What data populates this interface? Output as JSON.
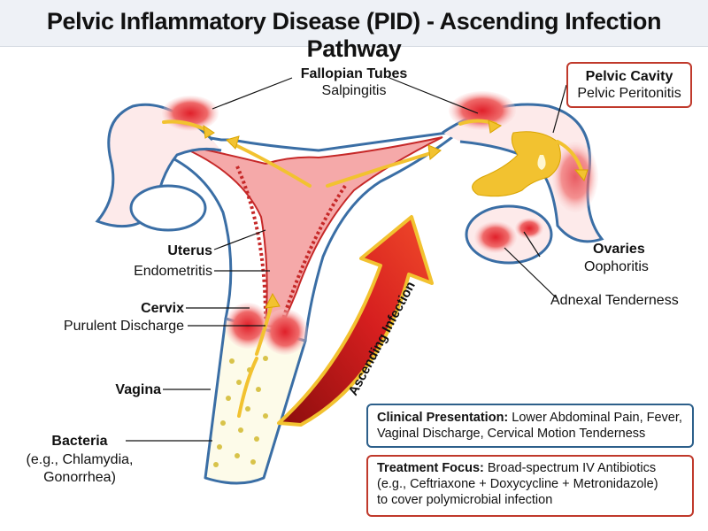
{
  "title": "Pelvic Inflammatory Disease (PID) - Ascending Infection Pathway",
  "labels": {
    "fallopian_title": "Fallopian Tubes",
    "fallopian_sub": "Salpingitis",
    "pelvic_title": "Pelvic Cavity",
    "pelvic_sub": "Pelvic Peritonitis",
    "ovaries_title": "Ovaries",
    "ovaries_sub": "Oophoritis",
    "adnexal": "Adnexal Tenderness",
    "uterus_title": "Uterus",
    "uterus_sub": "Endometritis",
    "cervix_title": "Cervix",
    "cervix_sub": "Purulent Discharge",
    "vagina_title": "Vagina",
    "bacteria_title": "Bacteria",
    "bacteria_sub1": "(e.g., Chlamydia,",
    "bacteria_sub2": "Gonorrhea)",
    "arrow_text": "Ascending Infection"
  },
  "clinical": {
    "heading": "Clinical Presentation:",
    "text": "Lower Abdominal Pain, Fever, Vaginal Discharge, Cervical Motion Tenderness"
  },
  "treatment": {
    "heading": "Treatment Focus:",
    "text1": "Broad-spectrum IV Antibiotics",
    "text2": "(e.g., Ceftriaxone + Doxycycline + Metronidazole)",
    "text3": "to cover polymicrobial infection"
  },
  "colors": {
    "outline": "#3a6ea5",
    "inflammation": "#e23b3b",
    "infection_yellow": "#f2c230",
    "label_box_red": "#c0392b",
    "label_box_blue": "#2c5f8a"
  }
}
